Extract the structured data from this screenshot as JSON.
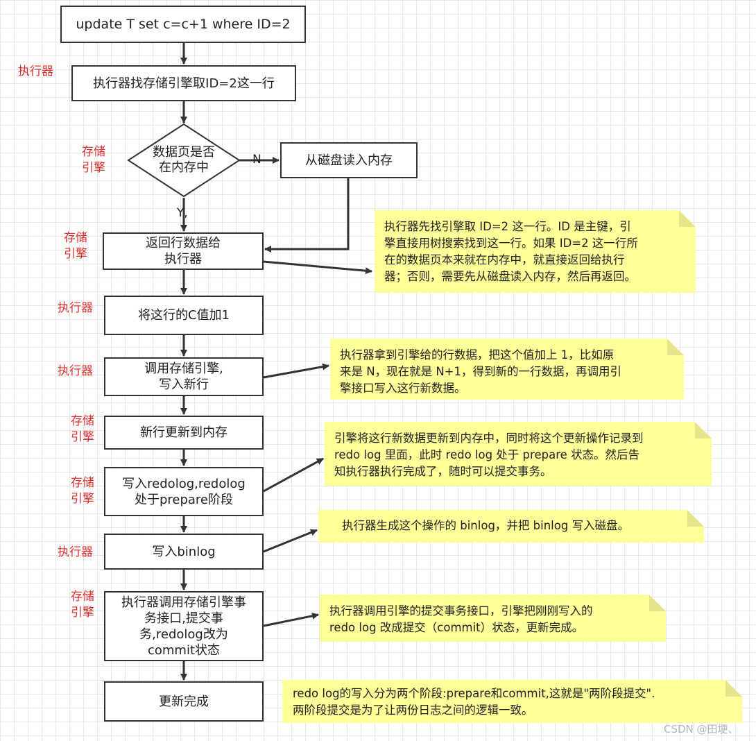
{
  "steps": {
    "s0": "update T set c=c+1 where ID=2",
    "s1": "执行器找存储引擎取ID=2这一行",
    "decision": [
      "数据页是否",
      "在内存中"
    ],
    "read_disk": "从磁盘读入内存",
    "s2": [
      "返回行数据给",
      "执行器"
    ],
    "s3": "将这行的C值加1",
    "s4": [
      "调用存储引擎,",
      "写入新行"
    ],
    "s5": "新行更新到内存",
    "s6": [
      "写入redolog,redolog",
      "处于prepare阶段"
    ],
    "s7": "写入binlog",
    "s8": [
      "执行器调用存储引擎事",
      "务接口,提交事",
      "务,redolog改为",
      "commit状态"
    ],
    "s9": "更新完成"
  },
  "branch_labels": {
    "no": "N",
    "yes": "Y,"
  },
  "tags": {
    "executor": "执行器",
    "engine": "存储\n引擎"
  },
  "notes": {
    "n1": "执行器先找引擎取 ID=2 这一行。ID 是主键，引\n擎直接用树搜索找到这一行。如果 ID=2 这一行所\n在的数据页本来就在内存中，就直接返回给执行\n器；否则，需要先从磁盘读入内存，然后再返回。",
    "n2": "执行器拿到引擎给的行数据，把这个值加上 1，比如原\n来是 N，现在就是 N+1，得到新的一行数据，再调用引\n擎接口写入这行新数据。",
    "n3": "引擎将这行新数据更新到内存中，同时将这个更新操作记录到\nredo log 里面，此时 redo log 处于 prepare 状态。然后告\n知执行器执行完成了，随时可以提交事务。",
    "n4": "执行器生成这个操作的 binlog，并把 binlog 写入磁盘。",
    "n5": "执行器调用引擎的提交事务接口，引擎把刚刚写入的\nredo log 改成提交（commit）状态，更新完成。",
    "n6": "redo log的写入分为两个阶段:prepare和commit,这就是\"两阶段提交\".\n两阶段提交是为了让两份日志之间的逻辑一致。"
  },
  "watermark": "CSDN @田埂、",
  "colors": {
    "tag": "#e0302e",
    "note": "#ffff99",
    "border": "#333333"
  }
}
